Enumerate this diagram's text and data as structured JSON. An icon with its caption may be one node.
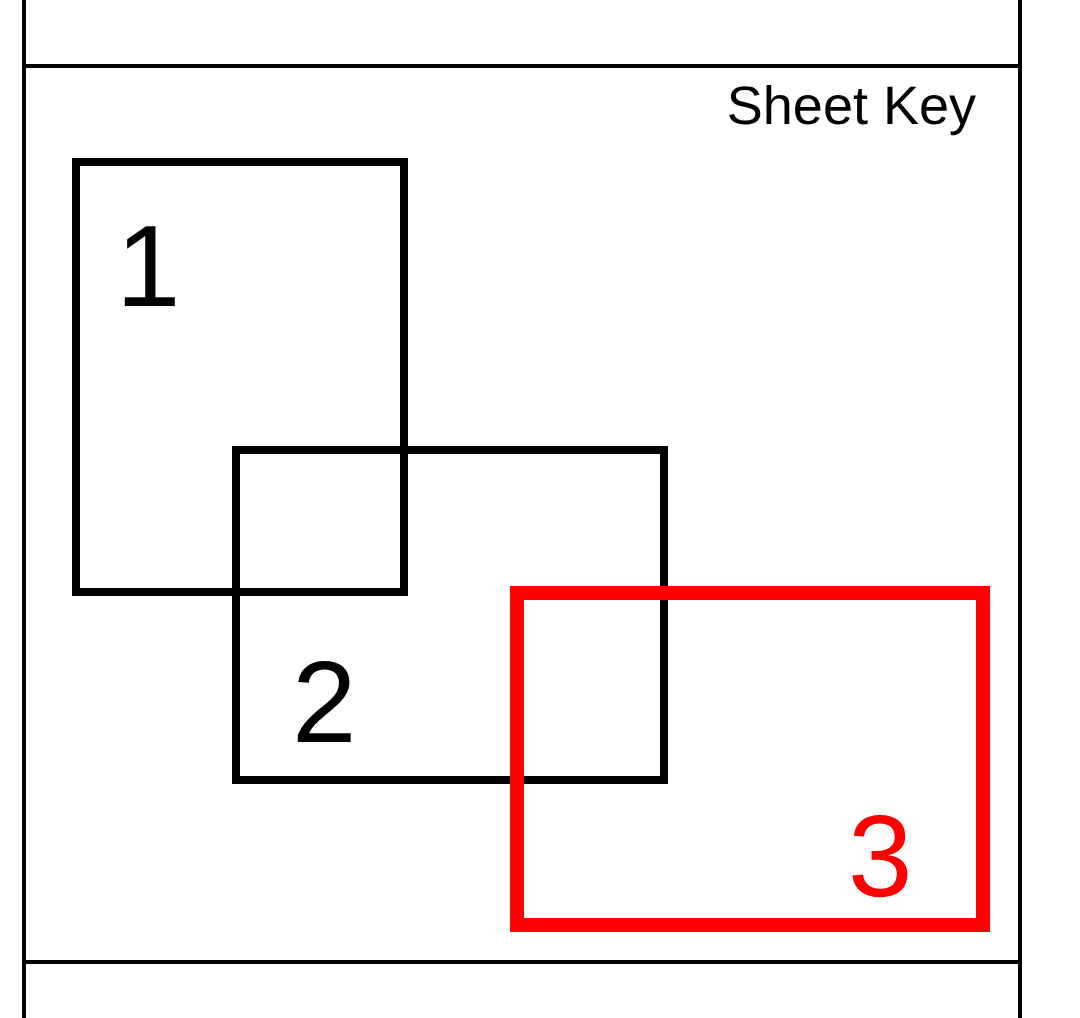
{
  "diagram": {
    "title": "Sheet Key",
    "nodes": [
      {
        "text": [
          "1"
        ]
      },
      {
        "text": [
          "2"
        ]
      },
      {
        "text": [
          "3"
        ]
      }
    ],
    "edges": []
  }
}
